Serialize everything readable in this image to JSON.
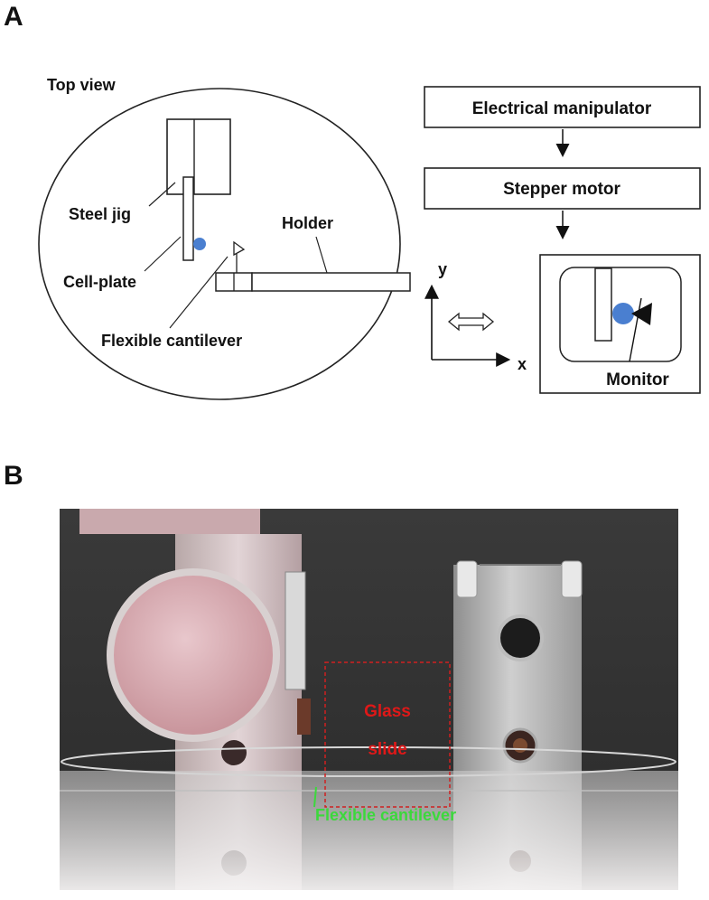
{
  "panel_a": {
    "letter": "A",
    "top_view_label": "Top view",
    "steel_jig_label": "Steel jig",
    "cell_plate_label": "Cell-plate",
    "holder_label": "Holder",
    "flexible_cantilever_label": "Flexible cantilever",
    "axis_y": "y",
    "axis_x": "x",
    "electrical_manipulator": "Electrical manipulator",
    "stepper_motor": "Stepper motor",
    "monitor_label": "Monitor",
    "cell_color": "#4a7fd0"
  },
  "panel_b": {
    "letter": "B",
    "glass_slide_line1": "Glass",
    "glass_slide_line2": "slide",
    "flexible_cantilever_label": "Flexible cantilever",
    "glass_label_color": "#e01818",
    "cantilever_label_color": "#3cd83c"
  }
}
